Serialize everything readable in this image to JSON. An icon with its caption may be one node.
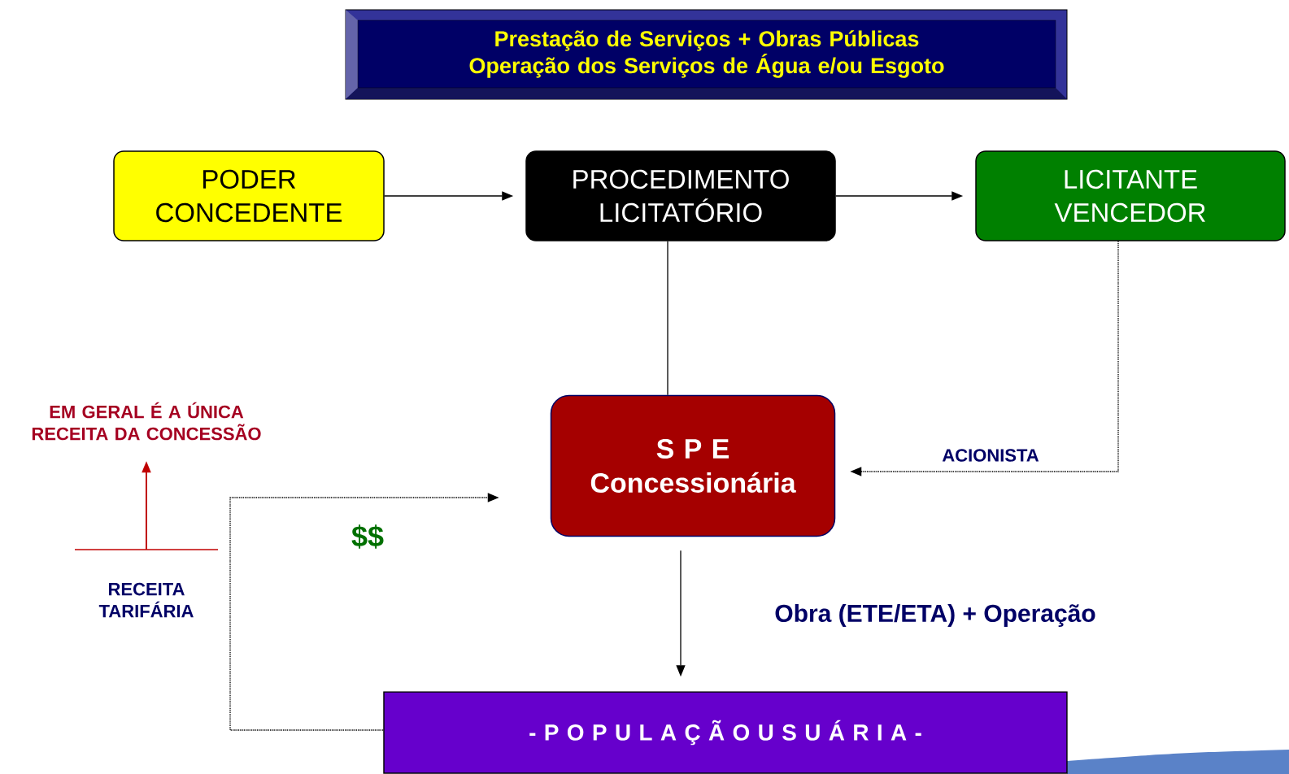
{
  "diagram": {
    "nodes": [
      {
        "text": [
          "Prestação de Serviços + Obras Públicas",
          "Operação dos Serviços de Água e/ou Esgoto"
        ]
      },
      {
        "text": [
          "PODER CONCEDENTE"
        ]
      },
      {
        "text": [
          "PROCEDIMENTO LICITATÓRIO"
        ]
      },
      {
        "text": [
          "LICITANTE VENCEDOR"
        ]
      },
      {
        "text": [
          "S P E",
          "Concessionária"
        ]
      },
      {
        "text": [
          "- P O P U L A Ç Ã O U S U Á R I A -"
        ]
      },
      {
        "text": [
          "EM GERAL É A ÚNICA RECEITA DA CONCESSÃO"
        ]
      },
      {
        "text": [
          "RECEITA TARIFÁRIA"
        ]
      }
    ],
    "edges": [
      {
        "from": 1,
        "to": 2,
        "arrow": "to"
      },
      {
        "from": 2,
        "to": 3,
        "arrow": "to"
      },
      {
        "from": 2,
        "to": 4,
        "arrow": "none"
      },
      {
        "from": 3,
        "to": 4,
        "arrow": "to",
        "style": "dashed",
        "label": "ACIONISTA"
      },
      {
        "from": 4,
        "to": 5,
        "arrow": "to",
        "label": "Obra (ETE/ETA) + Operação"
      },
      {
        "from": 5,
        "to": 4,
        "arrow": "to",
        "style": "dashed",
        "label": "$$"
      },
      {
        "from": 7,
        "to": 6,
        "arrow": "to",
        "color": "#c00000"
      }
    ]
  }
}
